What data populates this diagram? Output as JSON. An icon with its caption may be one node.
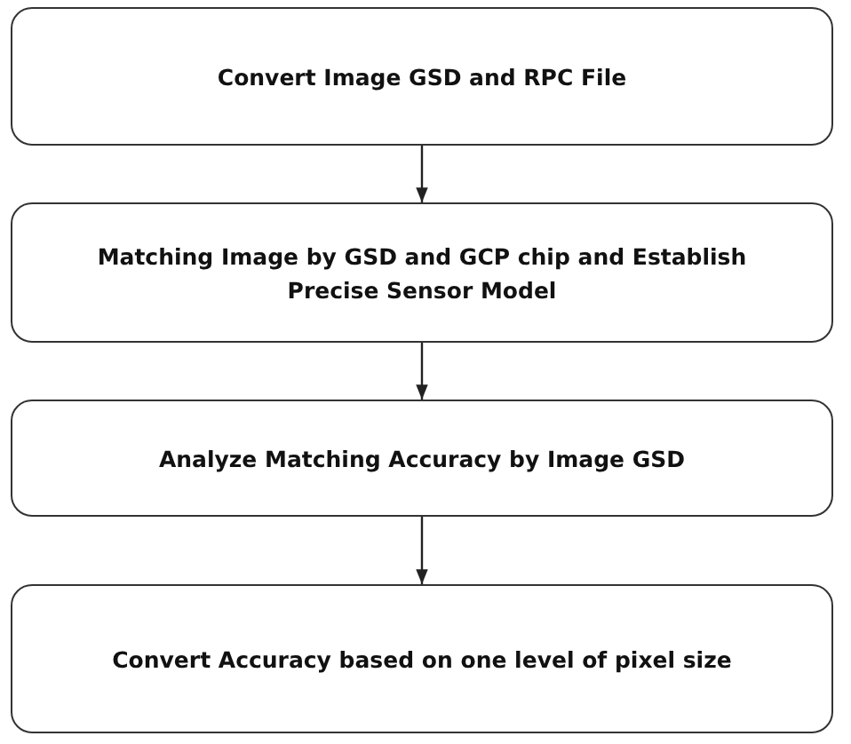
{
  "diagram": {
    "nodes": [
      {
        "text": [
          "Convert Image GSD and RPC File"
        ]
      },
      {
        "text": [
          "Matching Image by GSD and GCP chip and Establish Precise Sensor Model"
        ]
      },
      {
        "text": [
          "Analyze Matching Accuracy by Image GSD"
        ]
      },
      {
        "text": [
          "Convert Accuracy based on one level of pixel size"
        ]
      }
    ],
    "edges": [
      {
        "from": 0,
        "to": 1,
        "arrow": "to"
      },
      {
        "from": 1,
        "to": 2,
        "arrow": "to"
      },
      {
        "from": 2,
        "to": 3,
        "arrow": "to"
      }
    ]
  }
}
